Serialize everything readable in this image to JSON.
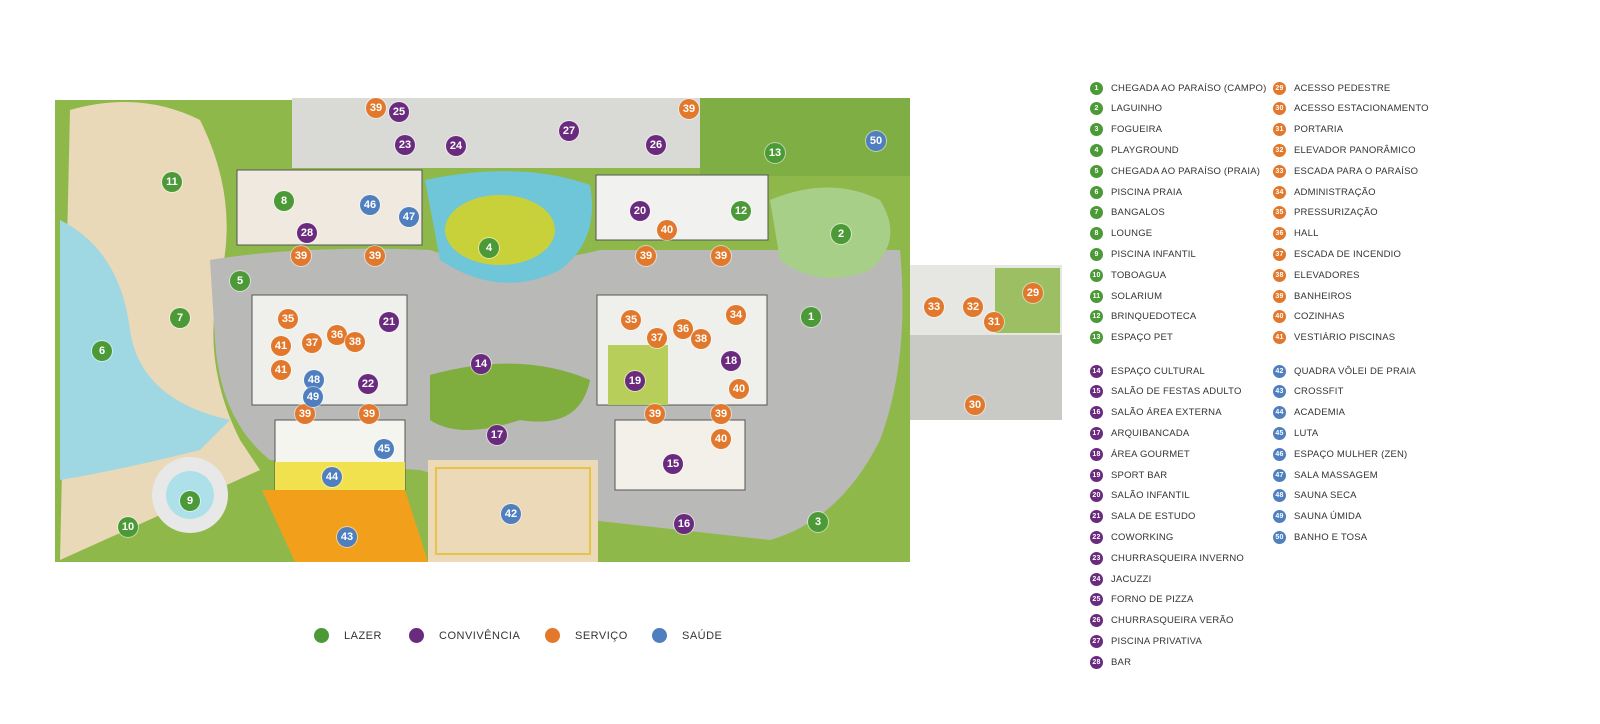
{
  "colors": {
    "lazer": "#4c9a37",
    "convivencia": "#6a2b7f",
    "servico": "#e2782c",
    "saude": "#4f7fbf"
  },
  "categories": [
    {
      "key": "lazer",
      "label": "LAZER"
    },
    {
      "key": "convivencia",
      "label": "CONVIVÊNCIA"
    },
    {
      "key": "servico",
      "label": "SERVIÇO"
    },
    {
      "key": "saude",
      "label": "SAÚDE"
    }
  ],
  "legend": [
    {
      "n": "1",
      "label": "CHEGADA AO PARAÍSO (CAMPO)",
      "cat": "lazer"
    },
    {
      "n": "2",
      "label": "LAGUINHO",
      "cat": "lazer"
    },
    {
      "n": "3",
      "label": "FOGUEIRA",
      "cat": "lazer"
    },
    {
      "n": "4",
      "label": "PLAYGROUND",
      "cat": "lazer"
    },
    {
      "n": "5",
      "label": "CHEGADA AO PARAÍSO (PRAIA)",
      "cat": "lazer"
    },
    {
      "n": "6",
      "label": "PISCINA PRAIA",
      "cat": "lazer"
    },
    {
      "n": "7",
      "label": "BANGALOS",
      "cat": "lazer"
    },
    {
      "n": "8",
      "label": "LOUNGE",
      "cat": "lazer"
    },
    {
      "n": "9",
      "label": "PISCINA INFANTIL",
      "cat": "lazer"
    },
    {
      "n": "10",
      "label": "TOBOAGUA",
      "cat": "lazer"
    },
    {
      "n": "11",
      "label": "SOLARIUM",
      "cat": "lazer"
    },
    {
      "n": "12",
      "label": "BRINQUEDOTECA",
      "cat": "lazer"
    },
    {
      "n": "13",
      "label": "ESPAÇO PET",
      "cat": "lazer"
    },
    {
      "n": "14",
      "label": "ESPAÇO CULTURAL",
      "cat": "convivencia"
    },
    {
      "n": "15",
      "label": "SALÃO DE FESTAS ADULTO",
      "cat": "convivencia"
    },
    {
      "n": "16",
      "label": "SALÃO ÁREA EXTERNA",
      "cat": "convivencia"
    },
    {
      "n": "17",
      "label": "ARQUIBANCADA",
      "cat": "convivencia"
    },
    {
      "n": "18",
      "label": "ÁREA GOURMET",
      "cat": "convivencia"
    },
    {
      "n": "19",
      "label": "SPORT BAR",
      "cat": "convivencia"
    },
    {
      "n": "20",
      "label": "SALÃO INFANTIL",
      "cat": "convivencia"
    },
    {
      "n": "21",
      "label": "SALA DE ESTUDO",
      "cat": "convivencia"
    },
    {
      "n": "22",
      "label": "COWORKING",
      "cat": "convivencia"
    },
    {
      "n": "23",
      "label": "CHURRASQUEIRA INVERNO",
      "cat": "convivencia"
    },
    {
      "n": "24",
      "label": "JACUZZI",
      "cat": "convivencia"
    },
    {
      "n": "25",
      "label": "FORNO DE PIZZA",
      "cat": "convivencia"
    },
    {
      "n": "26",
      "label": "CHURRASQUEIRA VERÃO",
      "cat": "convivencia"
    },
    {
      "n": "27",
      "label": "PISCINA PRIVATIVA",
      "cat": "convivencia"
    },
    {
      "n": "28",
      "label": "BAR",
      "cat": "convivencia"
    },
    {
      "n": "29",
      "label": "ACESSO PEDESTRE",
      "cat": "servico"
    },
    {
      "n": "30",
      "label": "ACESSO ESTACIONAMENTO",
      "cat": "servico"
    },
    {
      "n": "31",
      "label": "PORTARIA",
      "cat": "servico"
    },
    {
      "n": "32",
      "label": "ELEVADOR PANORÂMICO",
      "cat": "servico"
    },
    {
      "n": "33",
      "label": "ESCADA PARA O PARAÍSO",
      "cat": "servico"
    },
    {
      "n": "34",
      "label": "ADMINISTRAÇÃO",
      "cat": "servico"
    },
    {
      "n": "35",
      "label": "PRESSURIZAÇÃO",
      "cat": "servico"
    },
    {
      "n": "36",
      "label": "HALL",
      "cat": "servico"
    },
    {
      "n": "37",
      "label": "ESCADA DE INCENDIO",
      "cat": "servico"
    },
    {
      "n": "38",
      "label": "ELEVADORES",
      "cat": "servico"
    },
    {
      "n": "39",
      "label": "BANHEIROS",
      "cat": "servico"
    },
    {
      "n": "40",
      "label": "COZINHAS",
      "cat": "servico"
    },
    {
      "n": "41",
      "label": "VESTIÁRIO PISCINAS",
      "cat": "servico"
    },
    {
      "n": "42",
      "label": "QUADRA VÔLEI DE PRAIA",
      "cat": "saude"
    },
    {
      "n": "43",
      "label": "CROSSFIT",
      "cat": "saude"
    },
    {
      "n": "44",
      "label": "ACADEMIA",
      "cat": "saude"
    },
    {
      "n": "45",
      "label": "LUTA",
      "cat": "saude"
    },
    {
      "n": "46",
      "label": "ESPAÇO MULHER (ZEN)",
      "cat": "saude"
    },
    {
      "n": "47",
      "label": "SALA MASSAGEM",
      "cat": "saude"
    },
    {
      "n": "48",
      "label": "SAUNA SECA",
      "cat": "saude"
    },
    {
      "n": "49",
      "label": "SAUNA ÚMIDA",
      "cat": "saude"
    },
    {
      "n": "50",
      "label": "BANHO E TOSA",
      "cat": "saude"
    }
  ],
  "map": {
    "markers": [
      {
        "n": "1",
        "cat": "lazer"
      },
      {
        "n": "2",
        "cat": "lazer"
      },
      {
        "n": "3",
        "cat": "lazer"
      },
      {
        "n": "4",
        "cat": "lazer"
      },
      {
        "n": "5",
        "cat": "lazer"
      },
      {
        "n": "6",
        "cat": "lazer"
      },
      {
        "n": "7",
        "cat": "lazer"
      },
      {
        "n": "8",
        "cat": "lazer"
      },
      {
        "n": "9",
        "cat": "lazer"
      },
      {
        "n": "10",
        "cat": "lazer"
      },
      {
        "n": "11",
        "cat": "lazer"
      },
      {
        "n": "12",
        "cat": "lazer"
      },
      {
        "n": "13",
        "cat": "lazer"
      },
      {
        "n": "14",
        "cat": "convivencia"
      },
      {
        "n": "15",
        "cat": "convivencia"
      },
      {
        "n": "16",
        "cat": "convivencia"
      },
      {
        "n": "17",
        "cat": "convivencia"
      },
      {
        "n": "18",
        "cat": "convivencia"
      },
      {
        "n": "19",
        "cat": "convivencia"
      },
      {
        "n": "20",
        "cat": "convivencia"
      },
      {
        "n": "21",
        "cat": "convivencia"
      },
      {
        "n": "22",
        "cat": "convivencia"
      },
      {
        "n": "23",
        "cat": "convivencia"
      },
      {
        "n": "24",
        "cat": "convivencia"
      },
      {
        "n": "25",
        "cat": "convivencia"
      },
      {
        "n": "26",
        "cat": "convivencia"
      },
      {
        "n": "27",
        "cat": "convivencia"
      },
      {
        "n": "28",
        "cat": "convivencia"
      },
      {
        "n": "29",
        "cat": "servico"
      },
      {
        "n": "30",
        "cat": "servico"
      },
      {
        "n": "31",
        "cat": "servico"
      },
      {
        "n": "32",
        "cat": "servico"
      },
      {
        "n": "33",
        "cat": "servico"
      },
      {
        "n": "34",
        "cat": "servico"
      },
      {
        "n": "35",
        "cat": "servico"
      },
      {
        "n": "35",
        "cat": "servico"
      },
      {
        "n": "36",
        "cat": "servico"
      },
      {
        "n": "36",
        "cat": "servico"
      },
      {
        "n": "37",
        "cat": "servico"
      },
      {
        "n": "37",
        "cat": "servico"
      },
      {
        "n": "38",
        "cat": "servico"
      },
      {
        "n": "38",
        "cat": "servico"
      },
      {
        "n": "39",
        "cat": "servico"
      },
      {
        "n": "39",
        "cat": "servico"
      },
      {
        "n": "39",
        "cat": "servico"
      },
      {
        "n": "39",
        "cat": "servico"
      },
      {
        "n": "39",
        "cat": "servico"
      },
      {
        "n": "39",
        "cat": "servico"
      },
      {
        "n": "39",
        "cat": "servico"
      },
      {
        "n": "39",
        "cat": "servico"
      },
      {
        "n": "39",
        "cat": "servico"
      },
      {
        "n": "39",
        "cat": "servico"
      },
      {
        "n": "40",
        "cat": "servico"
      },
      {
        "n": "40",
        "cat": "servico"
      },
      {
        "n": "40",
        "cat": "servico"
      },
      {
        "n": "41",
        "cat": "servico"
      },
      {
        "n": "41",
        "cat": "servico"
      },
      {
        "n": "42",
        "cat": "saude"
      },
      {
        "n": "43",
        "cat": "saude"
      },
      {
        "n": "44",
        "cat": "saude"
      },
      {
        "n": "45",
        "cat": "saude"
      },
      {
        "n": "46",
        "cat": "saude"
      },
      {
        "n": "47",
        "cat": "saude"
      },
      {
        "n": "48",
        "cat": "saude"
      },
      {
        "n": "49",
        "cat": "saude"
      },
      {
        "n": "50",
        "cat": "saude"
      }
    ]
  }
}
